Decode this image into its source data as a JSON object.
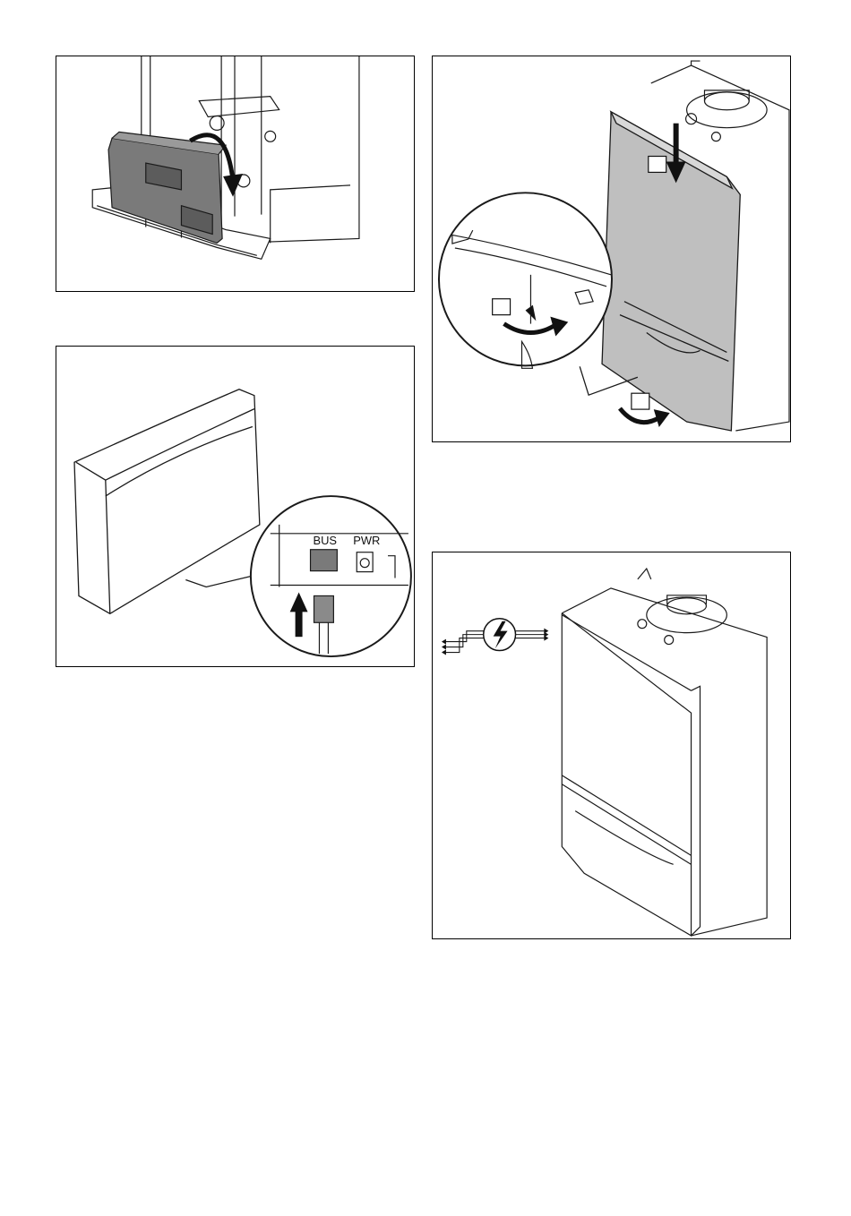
{
  "figures": {
    "fig1": {
      "content": "control-box-hinge-down"
    },
    "fig2": {
      "connector_labels": {
        "bus": "BUS",
        "pwr": "PWR"
      }
    },
    "fig3": {
      "step_markers": 3
    },
    "fig4": {
      "symbol": "lightning-bolt"
    }
  },
  "colors": {
    "line": "#1a1a1a",
    "panel_gray": "#c9c9c9",
    "cover_gray": "#bcbcbc",
    "white": "#ffffff"
  }
}
